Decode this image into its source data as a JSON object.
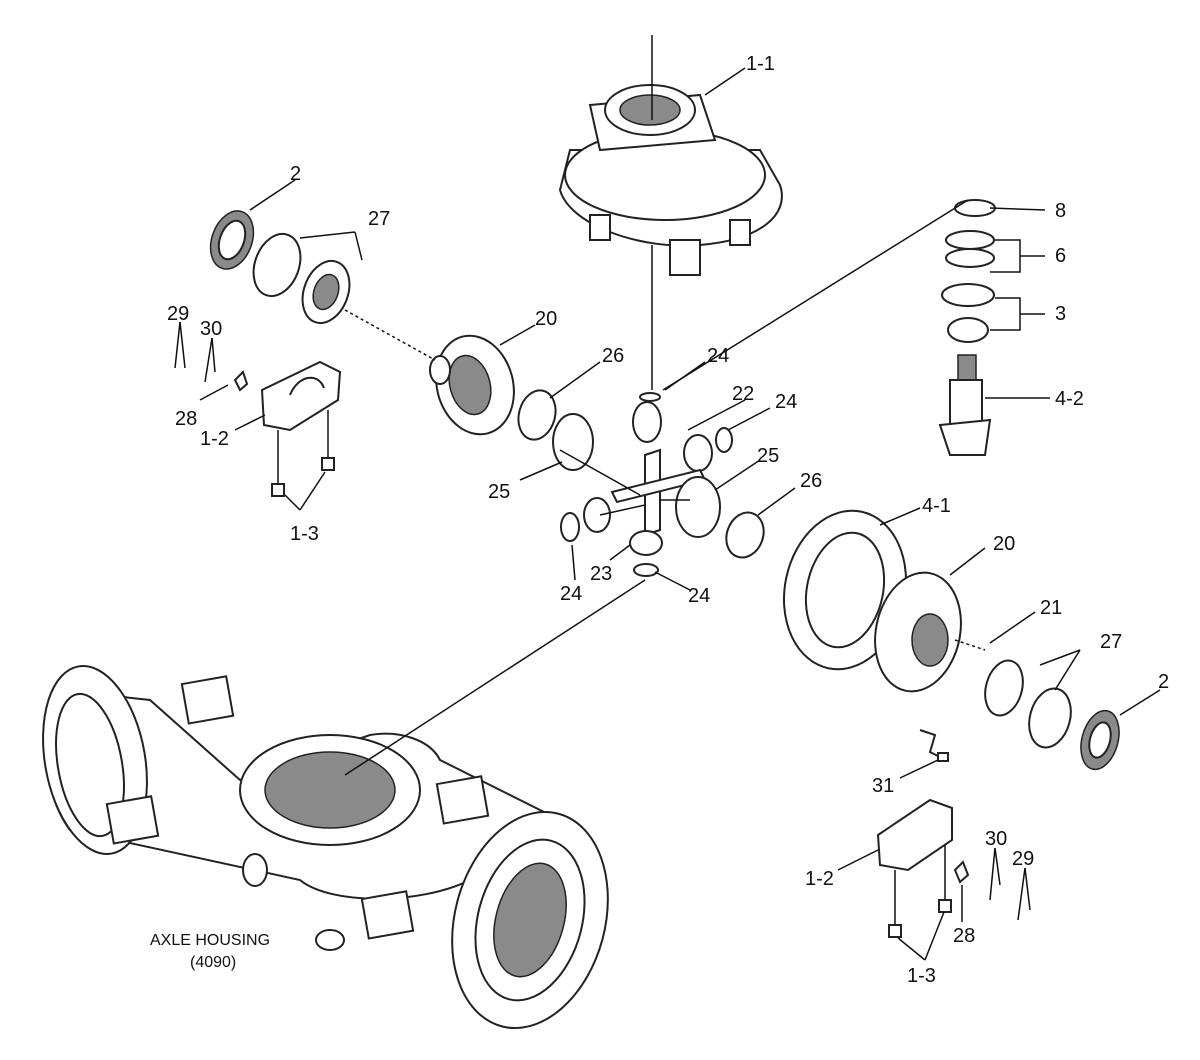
{
  "labels": {
    "l_1_1": "1-1",
    "l_2_left": "2",
    "l_27_left": "27",
    "l_8": "8",
    "l_6": "6",
    "l_3": "3",
    "l_4_2": "4-2",
    "l_29_left": "29",
    "l_30_left": "30",
    "l_20_left": "20",
    "l_26_top": "26",
    "l_24_top": "24",
    "l_22": "22",
    "l_24_right": "24",
    "l_28_left": "28",
    "l_1_2_left": "1-2",
    "l_25_left": "25",
    "l_25_right": "25",
    "l_26_right": "26",
    "l_1_3_left": "1-3",
    "l_4_1": "4-1",
    "l_20_right": "20",
    "l_23": "23",
    "l_24_bottom_left": "24",
    "l_24_bottom_right": "24",
    "l_21": "21",
    "l_27_right": "27",
    "l_2_right": "2",
    "l_31": "31",
    "l_30_right": "30",
    "l_29_right": "29",
    "l_1_2_right": "1-2",
    "l_28_right": "28",
    "l_1_3_right": "1-3"
  },
  "caption": {
    "line1": "AXLE HOUSING",
    "line2": "(4090)"
  }
}
